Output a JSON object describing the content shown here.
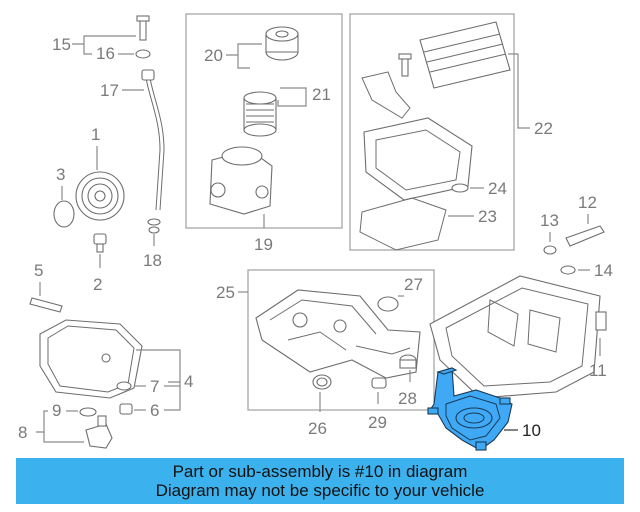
{
  "diagram": {
    "callouts": {
      "n1": "1",
      "n2": "2",
      "n3": "3",
      "n4": "4",
      "n5": "5",
      "n6": "6",
      "n7": "7",
      "n8": "8",
      "n9": "9",
      "n10": "10",
      "n11": "11",
      "n12": "12",
      "n13": "13",
      "n14": "14",
      "n15": "15",
      "n16": "16",
      "n17": "17",
      "n18": "18",
      "n19": "19",
      "n20": "20",
      "n21": "21",
      "n22": "22",
      "n23": "23",
      "n24": "24",
      "n25": "25",
      "n26": "26",
      "n27": "27",
      "n28": "28",
      "n29": "29"
    },
    "highlighted_part": "10",
    "highlight_color": "#3fa9f5"
  },
  "banner": {
    "line1": "Part or sub-assembly is #10 in diagram",
    "line2": "Diagram may not be specific to your vehicle",
    "background": "#3bb2ee"
  }
}
